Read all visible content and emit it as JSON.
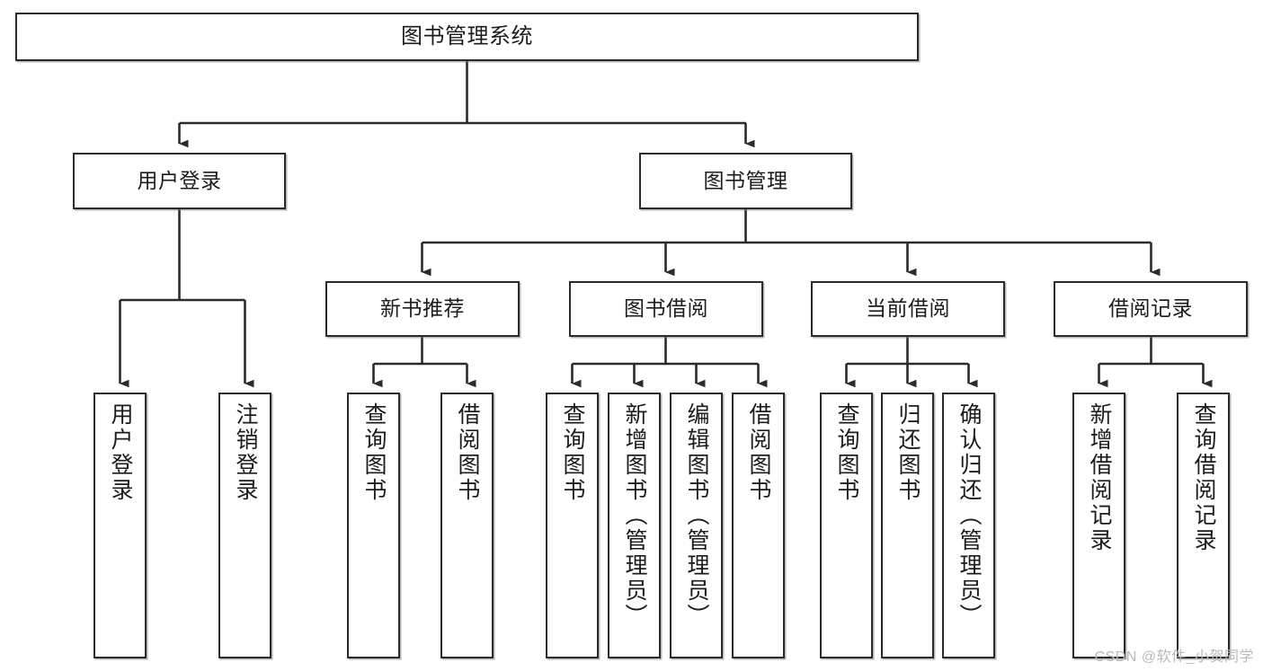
{
  "diagram": {
    "title": "图书管理系统",
    "type": "功能结构图",
    "watermark": "CSDN @软件_小贺同学",
    "colors": {
      "stroke": "#2b2b2b",
      "fill": "#ffffff",
      "text": "#1c1c1c",
      "shadow": "#787878",
      "watermark": "#b9b9b9"
    },
    "nodes": {
      "root": {
        "label": "图书管理系统"
      },
      "tier2": [
        {
          "id": "user-login",
          "label": "用户登录"
        },
        {
          "id": "book-manage",
          "label": "图书管理"
        }
      ],
      "tier3": [
        {
          "id": "new-book-rec",
          "label": "新书推荐"
        },
        {
          "id": "book-borrow",
          "label": "图书借阅"
        },
        {
          "id": "current-borrow",
          "label": "当前借阅"
        },
        {
          "id": "borrow-record",
          "label": "借阅记录"
        }
      ],
      "leaves": [
        {
          "id": "leaf-user-login",
          "label": "用户登录",
          "parent": "user-login"
        },
        {
          "id": "leaf-user-logout",
          "label": "注销登录",
          "parent": "user-login"
        },
        {
          "id": "leaf-query-book-1",
          "label": "查询图书",
          "parent": "new-book-rec"
        },
        {
          "id": "leaf-borrow-book-1",
          "label": "借阅图书",
          "parent": "new-book-rec"
        },
        {
          "id": "leaf-query-book-2",
          "label": "查询图书",
          "parent": "book-borrow"
        },
        {
          "id": "leaf-add-book",
          "label": "新增图书（管理员）",
          "parent": "book-borrow"
        },
        {
          "id": "leaf-edit-book",
          "label": "编辑图书（管理员）",
          "parent": "book-borrow"
        },
        {
          "id": "leaf-borrow-book-2",
          "label": "借阅图书",
          "parent": "book-borrow"
        },
        {
          "id": "leaf-query-book-3",
          "label": "查询图书",
          "parent": "current-borrow"
        },
        {
          "id": "leaf-return-book",
          "label": "归还图书",
          "parent": "current-borrow"
        },
        {
          "id": "leaf-confirm-return",
          "label": "确认归还（管理员）",
          "parent": "current-borrow"
        },
        {
          "id": "leaf-add-record",
          "label": "新增借阅记录",
          "parent": "borrow-record"
        },
        {
          "id": "leaf-query-record",
          "label": "查询借阅记录",
          "parent": "borrow-record"
        }
      ]
    }
  }
}
